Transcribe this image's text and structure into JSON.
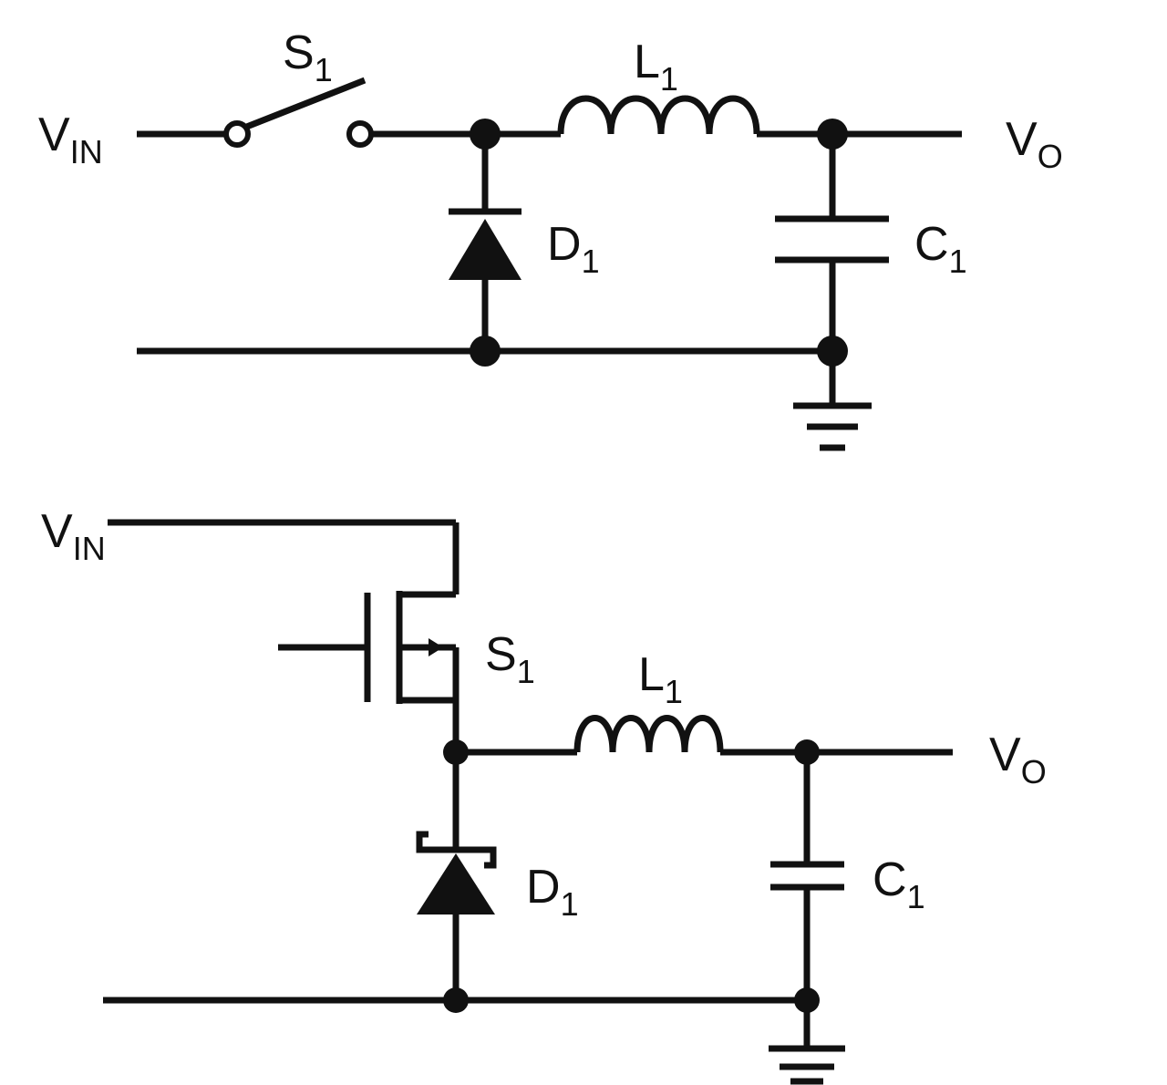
{
  "diagrams": [
    {
      "labels": {
        "vin": {
          "main": "V",
          "sub": "IN"
        },
        "switch": {
          "main": "S",
          "sub": "1"
        },
        "inductor": {
          "main": "L",
          "sub": "1"
        },
        "vout": {
          "main": "V",
          "sub": "O"
        },
        "diode": {
          "main": "D",
          "sub": "1"
        },
        "capacitor": {
          "main": "C",
          "sub": "1"
        }
      }
    },
    {
      "labels": {
        "vin": {
          "main": "V",
          "sub": "IN"
        },
        "switch": {
          "main": "S",
          "sub": "1"
        },
        "inductor": {
          "main": "L",
          "sub": "1"
        },
        "vout": {
          "main": "V",
          "sub": "O"
        },
        "diode": {
          "main": "D",
          "sub": "1"
        },
        "capacitor": {
          "main": "C",
          "sub": "1"
        }
      }
    }
  ]
}
